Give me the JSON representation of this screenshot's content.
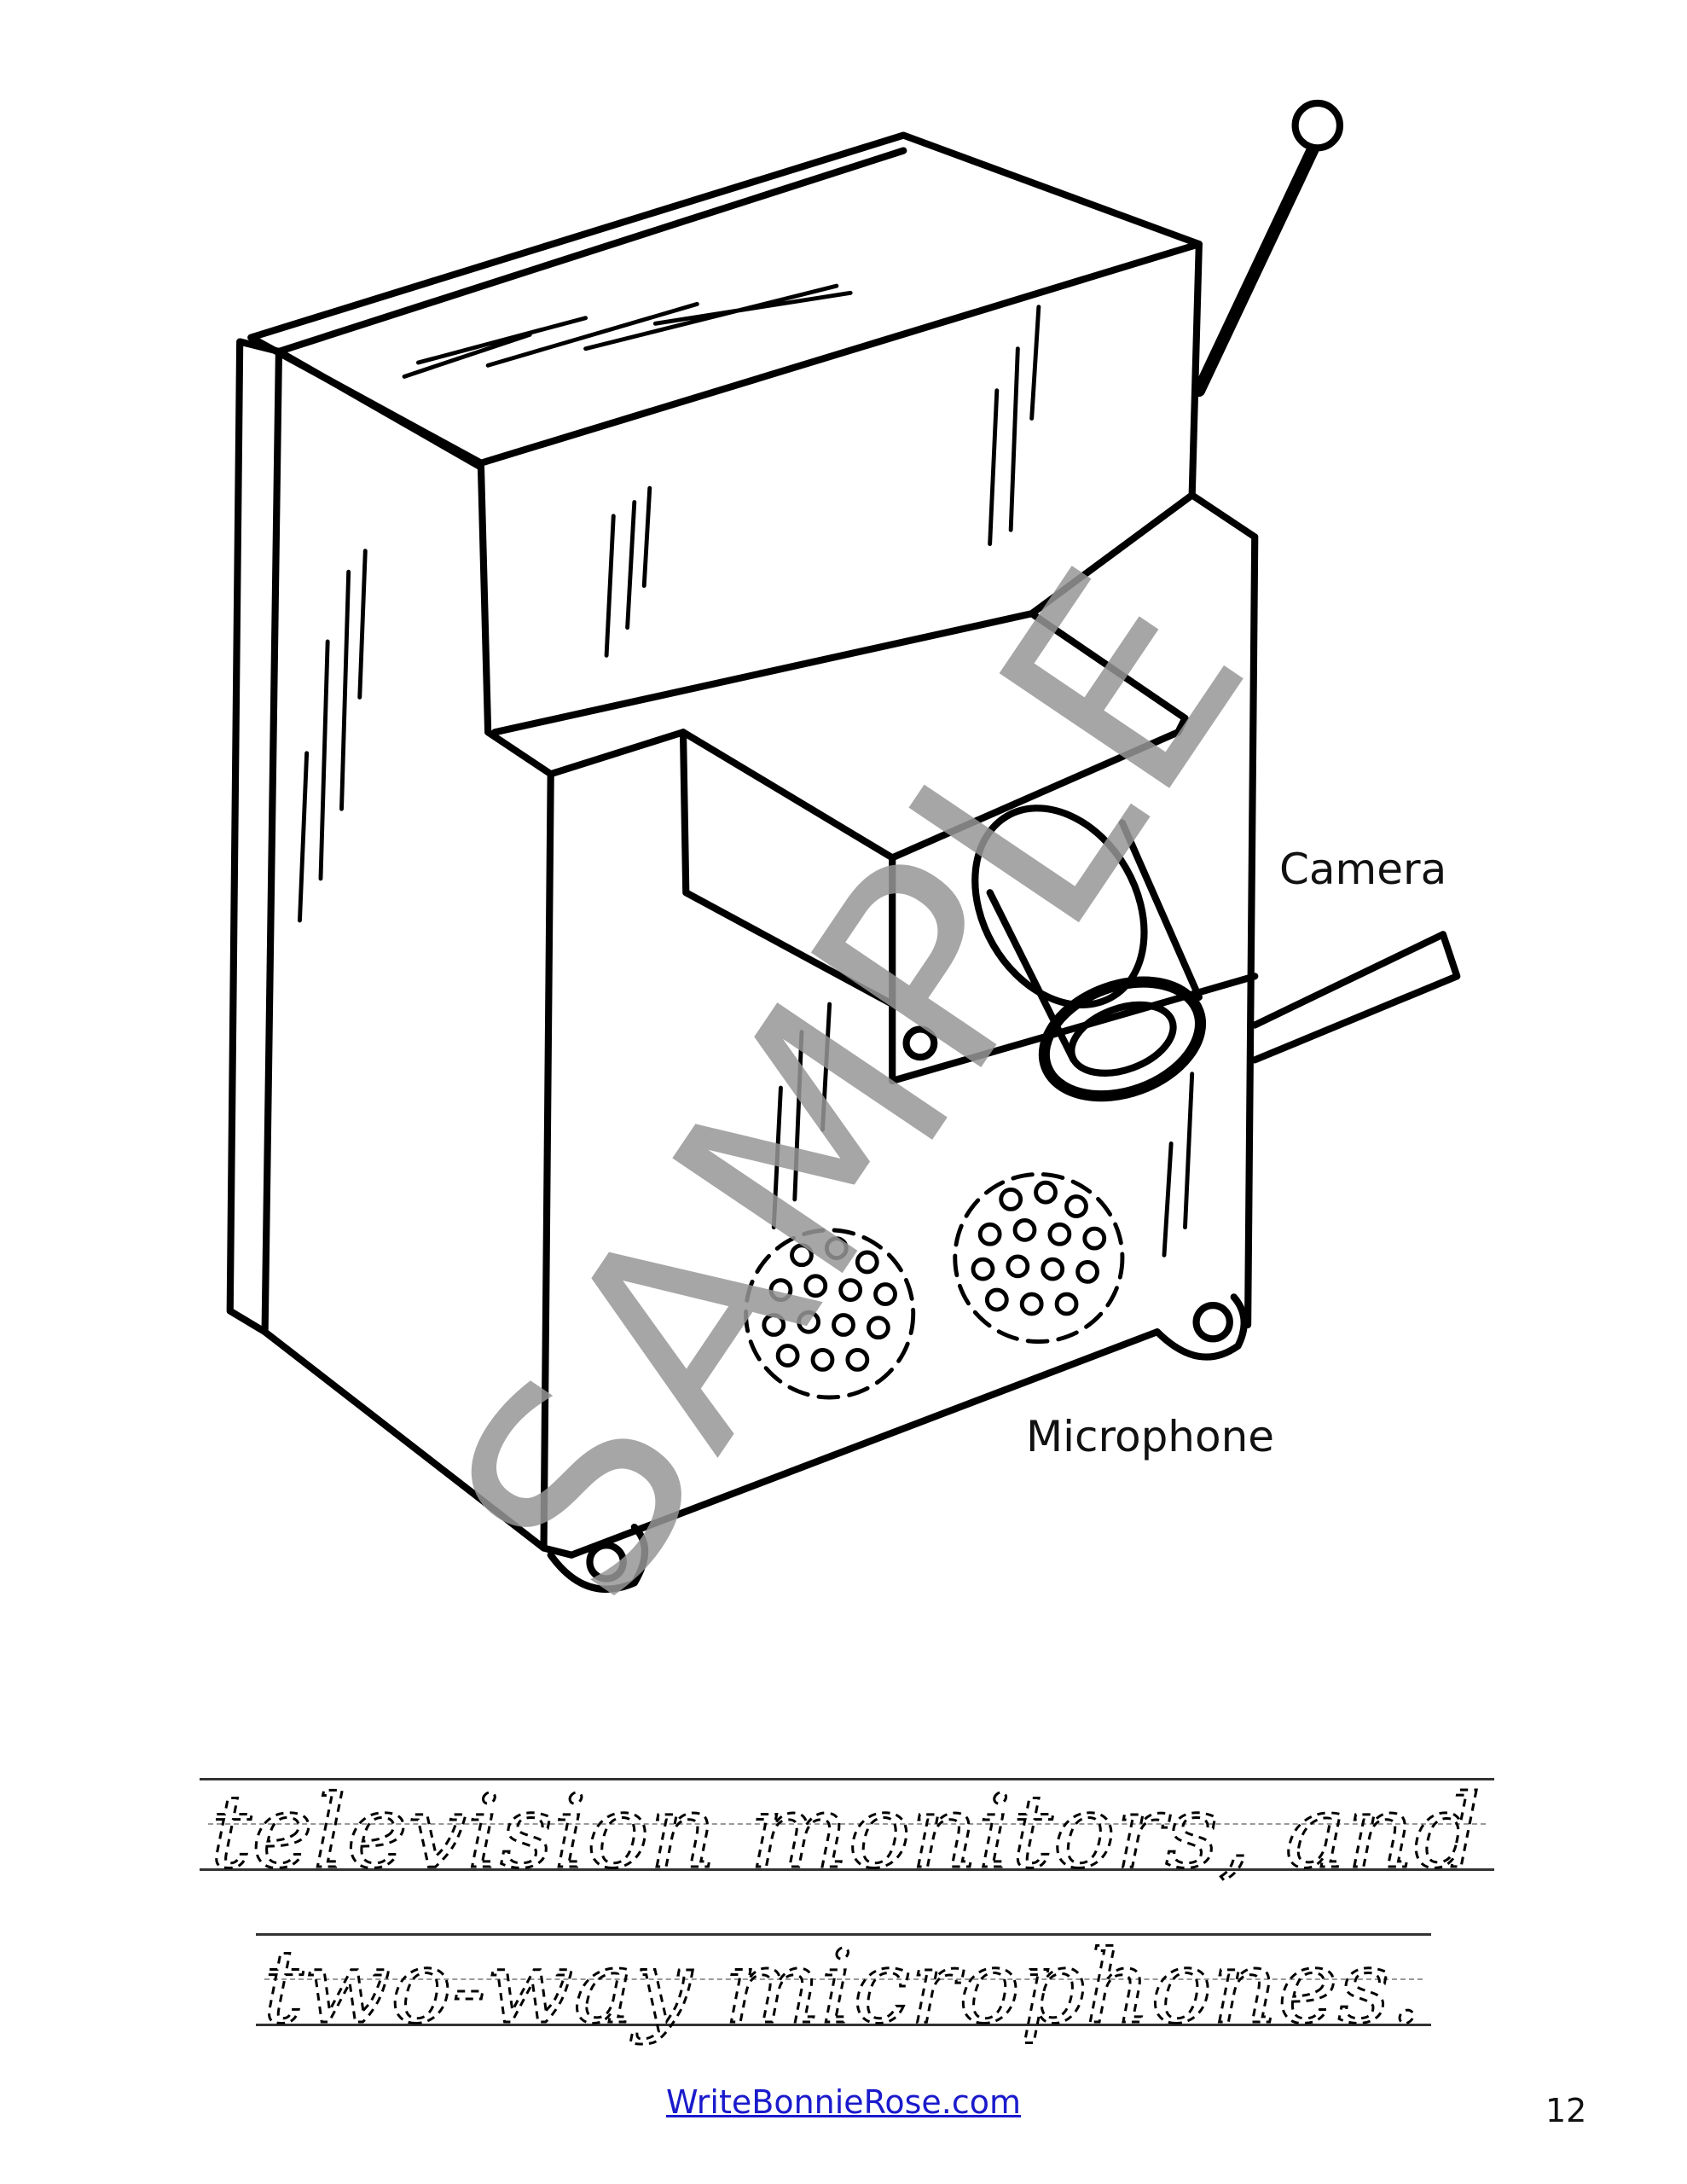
{
  "illustration": {
    "labels": {
      "camera": "Camera",
      "microphone": "Microphone"
    },
    "watermark": "SAMPLE"
  },
  "handwriting": {
    "lines": [
      "television monitors, and",
      "two-way microphones."
    ]
  },
  "footer": {
    "link_text": "WriteBonnieRose.com",
    "page_number": "12",
    "link_color": "#1a1acc"
  }
}
